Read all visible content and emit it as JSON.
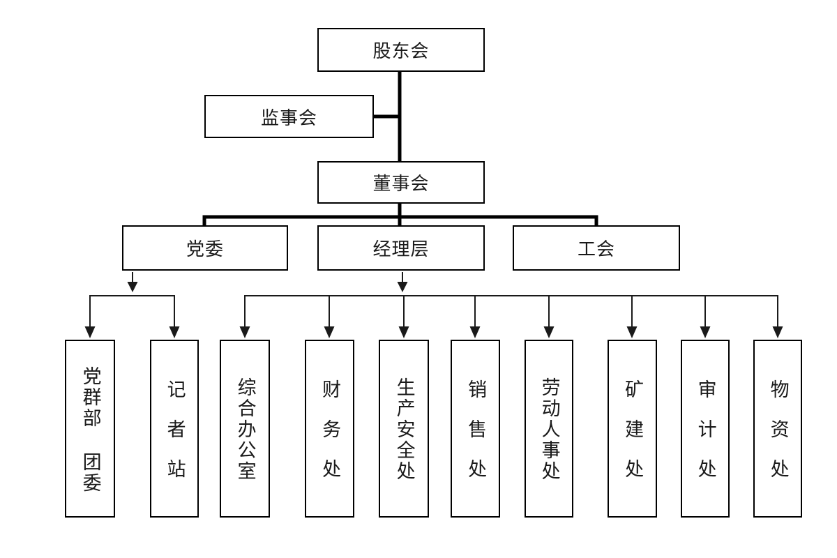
{
  "diagram": {
    "type": "org-chart",
    "colors": {
      "line": "#000000",
      "box_border": "#000000",
      "background": "#ffffff",
      "text": "#1a1a1a"
    },
    "nodes": {
      "shareholders": {
        "label": "股东会"
      },
      "supervisors": {
        "label": "监事会"
      },
      "directors": {
        "label": "董事会"
      },
      "party_committee": {
        "label": "党委"
      },
      "management": {
        "label": "经理层"
      },
      "labor_union": {
        "label": "工会"
      }
    },
    "departments": [
      {
        "label": "党群部 团委",
        "parent": "party_committee"
      },
      {
        "label": "记者站",
        "parent": "party_committee"
      },
      {
        "label": "综合办公室",
        "parent": "management"
      },
      {
        "label": "财务处",
        "parent": "management"
      },
      {
        "label": "生产安全处",
        "parent": "management"
      },
      {
        "label": "销售处",
        "parent": "management"
      },
      {
        "label": "劳动人事处",
        "parent": "management"
      },
      {
        "label": "矿建处",
        "parent": "management"
      },
      {
        "label": "审计处",
        "parent": "management"
      },
      {
        "label": "物资处",
        "parent": "management"
      }
    ]
  }
}
